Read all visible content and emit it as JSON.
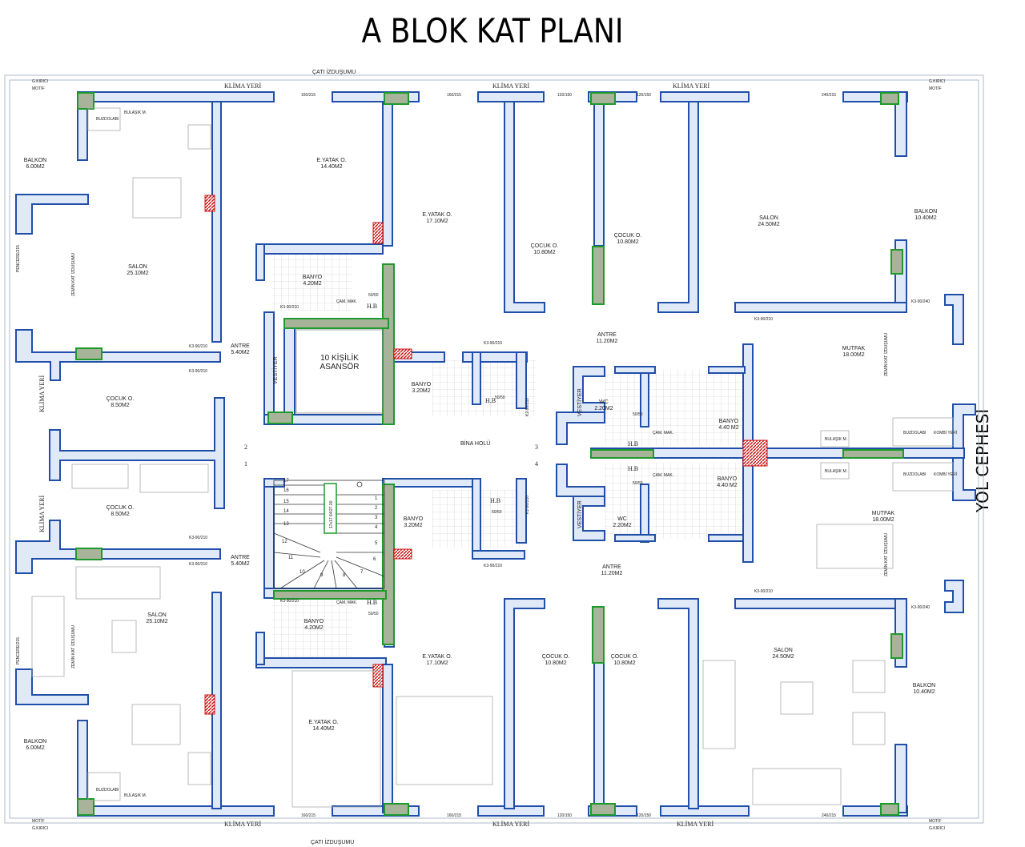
{
  "title": "A BLOK KAT PLANI",
  "facade_label": "YOL CEPHESİ",
  "roof_projection": "ÇATI İZDUŞUMU",
  "ac_spot": "KLİMA YERİ",
  "hall": "BİNA HOLÜ",
  "elevator": [
    "10 KİŞİLİK",
    "ASANSÖR"
  ],
  "stair_numbers": [
    "17",
    "16",
    "15",
    "14",
    "13",
    "12",
    "11",
    "10",
    "9",
    "8",
    "7",
    "6",
    "5",
    "4",
    "3",
    "2",
    "1"
  ],
  "stair_annotation": "17x17.64/27.00",
  "stair_markers": [
    "2",
    "1",
    "3",
    "4"
  ],
  "colors": {
    "wall": "#1f4fa8",
    "wall_fill": "#dfe9f8",
    "column": "#1d9a2b",
    "column_fill": "#a7b49a",
    "shaft": "#cc1111"
  },
  "rooms": [
    {
      "id": "balkon-nw",
      "name": "BALKON",
      "area": "6.00M2"
    },
    {
      "id": "salon-w-top",
      "name": "SALON",
      "area": "25.10M2"
    },
    {
      "id": "eyatak-top-left",
      "name": "E.YATAK O.",
      "area": "14.40M2"
    },
    {
      "id": "banyo-top-left",
      "name": "BANYO",
      "area": "4.20M2"
    },
    {
      "id": "antre-left-top",
      "name": "ANTRE",
      "area": "5.40M2"
    },
    {
      "id": "cocuk-left-top",
      "name": "ÇOCUK O.",
      "area": "8.50M2"
    },
    {
      "id": "eyatak-top-mid",
      "name": "E.YATAK O.",
      "area": "17.10M2"
    },
    {
      "id": "cocuk-top-mid1",
      "name": "ÇOCUK O.",
      "area": "10.80M2"
    },
    {
      "id": "cocuk-top-mid2",
      "name": "ÇOCUK O.",
      "area": "10.80M2"
    },
    {
      "id": "salon-top-right",
      "name": "SALON",
      "area": "24.50M2"
    },
    {
      "id": "balkon-ne",
      "name": "BALKON",
      "area": "10.40M2"
    },
    {
      "id": "antre-top-right",
      "name": "ANTRE",
      "area": "11.20M2"
    },
    {
      "id": "mutfak-top",
      "name": "MUTFAK",
      "area": "18.00M2"
    },
    {
      "id": "banyo-mid-top",
      "name": "BANYO",
      "area": "3.20M2"
    },
    {
      "id": "wc-top",
      "name": "WC",
      "area": "2.20M2"
    },
    {
      "id": "banyo-right-top",
      "name": "BANYO",
      "area": "4.40 M2"
    },
    {
      "id": "banyo-right-bottom",
      "name": "BANYO",
      "area": "4.40 M2"
    },
    {
      "id": "wc-bottom",
      "name": "WC",
      "area": "2.20M2"
    },
    {
      "id": "mutfak-bottom",
      "name": "MUTFAK",
      "area": "18.00M2"
    },
    {
      "id": "cocuk-left-bottom",
      "name": "ÇOCUK O.",
      "area": "8.50M2"
    },
    {
      "id": "antre-left-bottom",
      "name": "ANTRE",
      "area": "5.40M2"
    },
    {
      "id": "banyo-mid-bottom",
      "name": "BANYO",
      "area": "3.20M2"
    },
    {
      "id": "antre-bottom-right",
      "name": "ANTRE",
      "area": "11.20M2"
    },
    {
      "id": "salon-w-bottom",
      "name": "SALON",
      "area": "25.10M2"
    },
    {
      "id": "banyo-bottom-left",
      "name": "BANYO",
      "area": "4.20M2"
    },
    {
      "id": "eyatak-bottom-left",
      "name": "E.YATAK O.",
      "area": "14.40M2"
    },
    {
      "id": "eyatak-bottom-mid",
      "name": "E.YATAK O.",
      "area": "17.10M2"
    },
    {
      "id": "cocuk-bottom-mid1",
      "name": "ÇOCUK O.",
      "area": "10.80M2"
    },
    {
      "id": "cocuk-bottom-mid2",
      "name": "ÇOCUK O.",
      "area": "10.80M2"
    },
    {
      "id": "salon-bottom-right",
      "name": "SALON",
      "area": "24.50M2"
    },
    {
      "id": "balkon-se",
      "name": "BALKON",
      "area": "10.40M2"
    },
    {
      "id": "balkon-sw",
      "name": "BALKON",
      "area": "6.00M2"
    }
  ],
  "small_labels": {
    "hb": "H.B",
    "vestiyer": "VESTİYER",
    "cam_mak": "ÇAM. MAK.",
    "bulasik": "BULAŞIK M.",
    "buzdolabi": "BUZDOLABI",
    "kombi": "KOMBİ YERİ",
    "gkirici": "G.KIRICI",
    "motif": "MOTİF",
    "zemin": "ZEMİN KAT İZDUŞUMU"
  },
  "opening_codes": [
    "160/215",
    "160/215",
    "120/150",
    "120/150",
    "240/215",
    "K3-90/210",
    "K3-90/240",
    "50/50",
    "K2-90/210",
    "PENCERE/215"
  ]
}
